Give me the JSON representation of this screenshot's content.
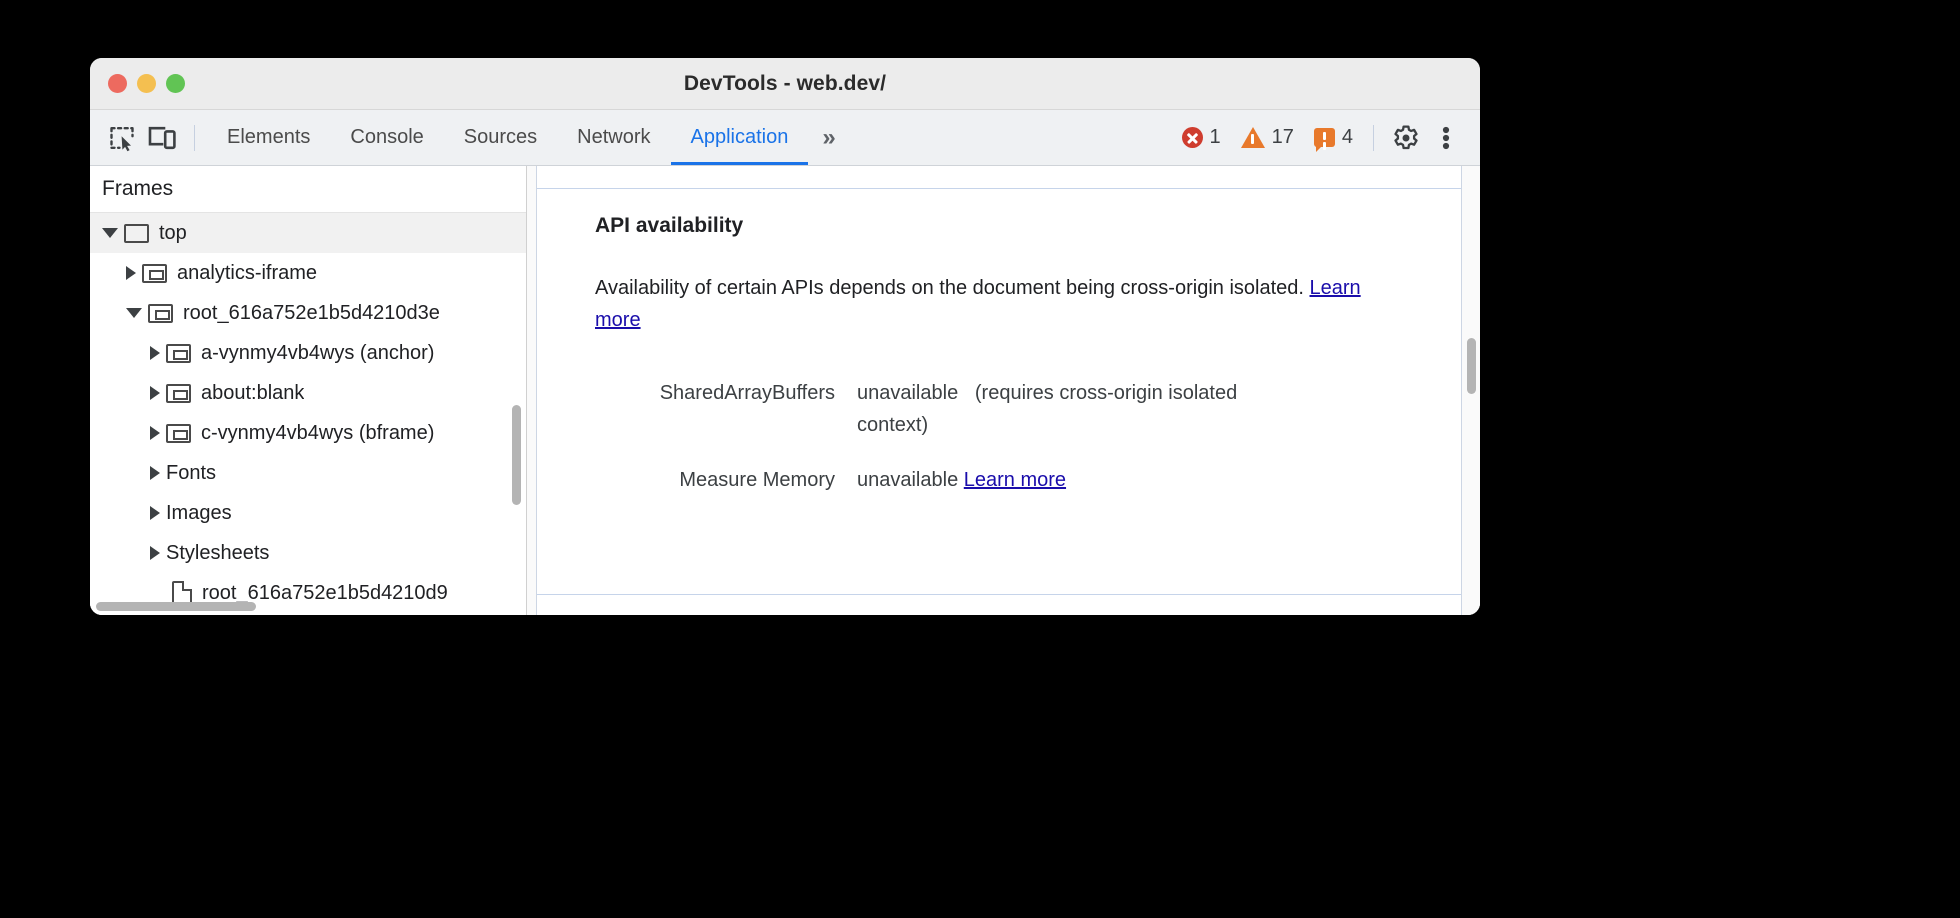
{
  "window": {
    "title": "DevTools - web.dev/",
    "traffic_lights": [
      "close",
      "minimize",
      "maximize"
    ],
    "colors": {
      "close": "#ed6a5f",
      "minimize": "#f4bf50",
      "maximize": "#61c454"
    }
  },
  "toolbar": {
    "inspect_icon": "inspect-element-icon",
    "device_icon": "device-toolbar-icon",
    "tabs": [
      {
        "label": "Elements",
        "active": false
      },
      {
        "label": "Console",
        "active": false
      },
      {
        "label": "Sources",
        "active": false
      },
      {
        "label": "Network",
        "active": false
      },
      {
        "label": "Application",
        "active": true
      }
    ],
    "overflow_label": "»",
    "badges": [
      {
        "type": "error",
        "icon": "error-icon",
        "count": "1",
        "color": "#cf3d2e"
      },
      {
        "type": "warning",
        "icon": "warning-icon",
        "count": "17",
        "color": "#e8792b"
      },
      {
        "type": "issue",
        "icon": "issue-icon",
        "count": "4",
        "color": "#e8792b"
      }
    ],
    "settings_icon": "gear-icon",
    "more_icon": "more-options-icon",
    "accent_color": "#1a73e8"
  },
  "sidebar": {
    "header": "Frames",
    "tree": [
      {
        "label": "top",
        "indent": 1,
        "twisty": "open",
        "icon": "frame-top-icon",
        "selected": true
      },
      {
        "label": "analytics-iframe",
        "indent": 2,
        "twisty": "closed",
        "icon": "frame-icon",
        "selected": false
      },
      {
        "label": "root_616a752e1b5d4210d3e",
        "indent": 2,
        "twisty": "open",
        "icon": "frame-icon",
        "selected": false
      },
      {
        "label": "a-vynmy4vb4wys (anchor)",
        "indent": 3,
        "twisty": "closed",
        "icon": "frame-icon",
        "selected": false
      },
      {
        "label": "about:blank",
        "indent": 3,
        "twisty": "closed",
        "icon": "frame-icon",
        "selected": false
      },
      {
        "label": "c-vynmy4vb4wys (bframe)",
        "indent": 3,
        "twisty": "closed",
        "icon": "frame-icon",
        "selected": false
      },
      {
        "label": "Fonts",
        "indent": 2,
        "twisty": "closed",
        "icon": "none",
        "selected": false
      },
      {
        "label": "Images",
        "indent": 2,
        "twisty": "closed",
        "icon": "none",
        "selected": false
      },
      {
        "label": "Stylesheets",
        "indent": 2,
        "twisty": "closed",
        "icon": "none",
        "selected": false
      },
      {
        "label": "root_616a752e1b5d4210d9",
        "indent": 3,
        "twisty": "none",
        "icon": "document-icon",
        "selected": false
      }
    ]
  },
  "main": {
    "section_title": "API availability",
    "description_text": "Availability of certain APIs depends on the document being cross-origin isolated. ",
    "description_link": "Learn more",
    "rows": [
      {
        "key": "SharedArrayBuffers",
        "value": "unavailable",
        "note": "(requires cross-origin isolated context)",
        "link": ""
      },
      {
        "key": "Measure Memory",
        "value": "unavailable",
        "note": "",
        "link": "Learn more"
      }
    ]
  }
}
